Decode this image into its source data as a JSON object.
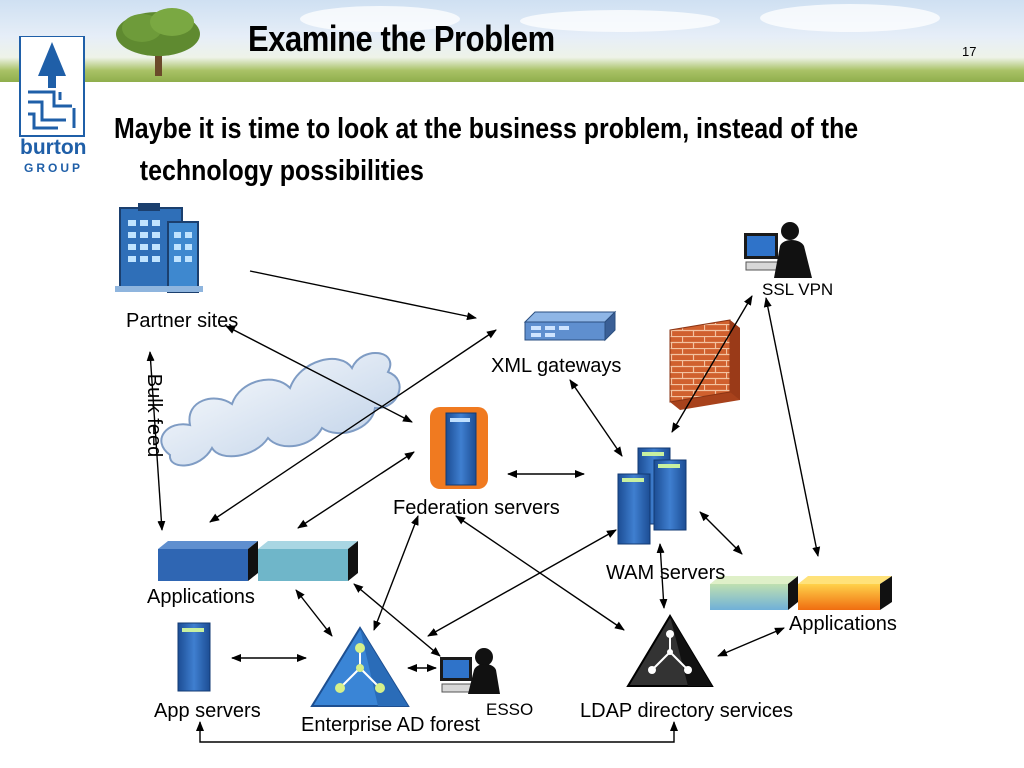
{
  "slide": {
    "title": "Examine the Problem",
    "page_number": "17",
    "subtitle_line1": "Maybe it is time to look at the business problem, instead of the",
    "subtitle_line2": "technology possibilities"
  },
  "logo": {
    "name_top": "burton",
    "name_bottom": "GROUP"
  },
  "labels": {
    "partner_sites": "Partner sites",
    "bulk_feed": "Bulk feed",
    "xml_gateways": "XML gateways",
    "ssl_vpn": "SSL VPN",
    "federation_servers": "Federation servers",
    "wam_servers": "WAM servers",
    "applications_left": "Applications",
    "applications_right": "Applications",
    "app_servers": "App servers",
    "enterprise_ad_forest": "Enterprise AD forest",
    "esso": "ESSO",
    "ldap_directory_services": "LDAP directory services"
  },
  "colors": {
    "brand_blue": "#1f5fa8",
    "server_blue": "#2c64b0",
    "federation_orange": "#f07a20",
    "firewall_red": "#c8552a",
    "app_teal": "#6fb6c9",
    "app_orange": "#f08a1c"
  }
}
